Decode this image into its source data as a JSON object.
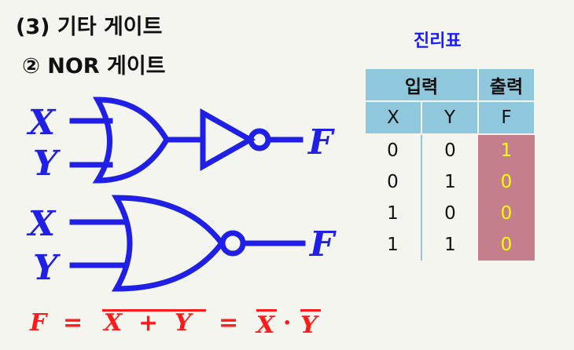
{
  "section_title": "(3) 기타 게이트",
  "subsection_title": "② NOR 게이트",
  "gate_inputs": {
    "x": "X",
    "y": "Y"
  },
  "gate_output": "F",
  "truth_table": {
    "caption": "진리표",
    "input_header": "입력",
    "output_header": "출력",
    "columns": [
      "X",
      "Y",
      "F"
    ],
    "rows": [
      [
        "0",
        "0",
        "1"
      ],
      [
        "0",
        "1",
        "0"
      ],
      [
        "1",
        "0",
        "0"
      ],
      [
        "1",
        "1",
        "0"
      ]
    ]
  },
  "formula": {
    "lhs": "F",
    "eq": "=",
    "x": "X",
    "plus": "+",
    "y": "Y",
    "dot": "·"
  },
  "colors": {
    "gate": "#1f1fe6",
    "formula": "#ff1a1a",
    "header": "#8fc8dc",
    "output_cells": "#c47e8c"
  }
}
